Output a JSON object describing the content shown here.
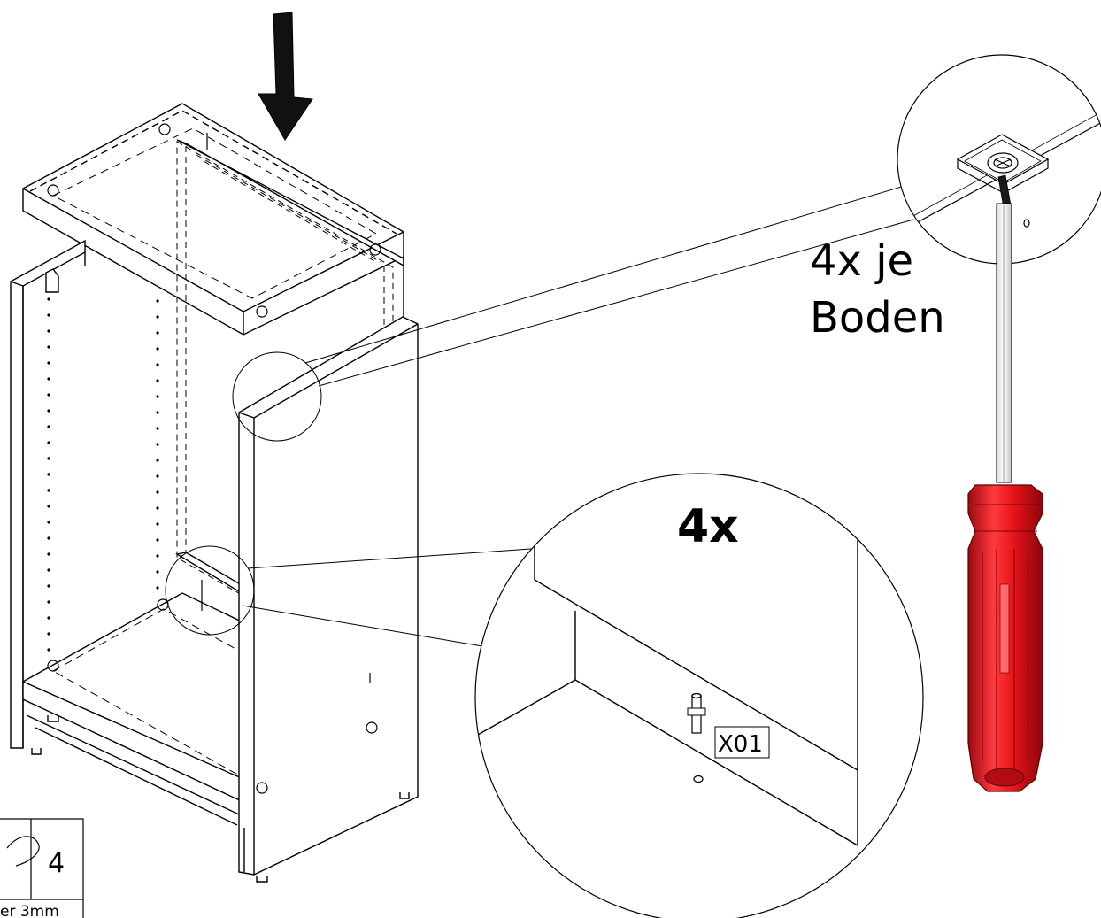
{
  "instruction": {
    "callout_top_line1": "4x je",
    "callout_top_line2": "Boden",
    "callout_bottom_count": "4x",
    "part_label": "X01"
  },
  "parts_table": {
    "quantity": "4",
    "caption": "er 3mm"
  },
  "colors": {
    "screwdriver_handle": "#e8141b",
    "line": "#000000",
    "arrow": "#111111"
  },
  "icons": [
    "down-arrow-icon",
    "screwdriver-icon",
    "dowel-icon"
  ]
}
